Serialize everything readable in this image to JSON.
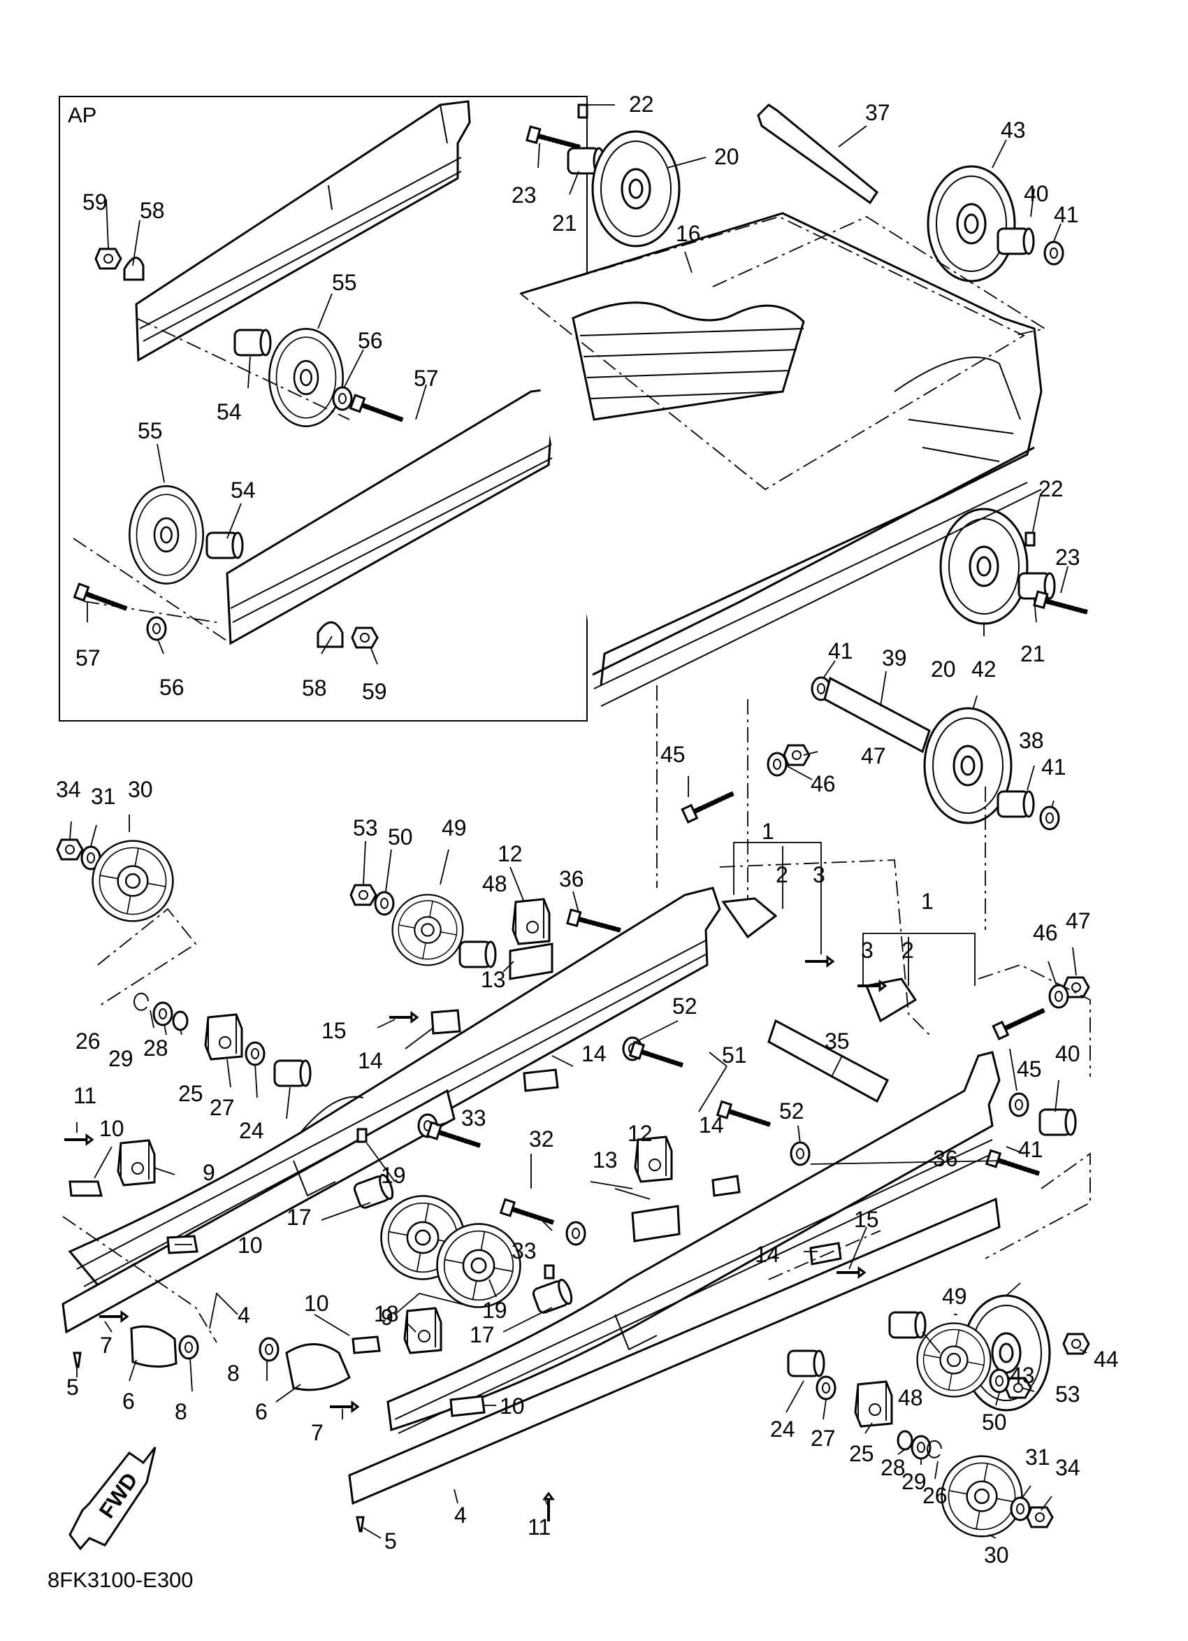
{
  "inset_label": "AP",
  "drawing_code": "8FK3100-E300",
  "fwd_label": "FWD",
  "callouts": [
    {
      "id": "c1",
      "text": "22"
    },
    {
      "id": "c2",
      "text": "23"
    },
    {
      "id": "c3",
      "text": "21"
    },
    {
      "id": "c4",
      "text": "20"
    },
    {
      "id": "c5",
      "text": "37"
    },
    {
      "id": "c6",
      "text": "43"
    },
    {
      "id": "c7",
      "text": "40"
    },
    {
      "id": "c8",
      "text": "41"
    },
    {
      "id": "c9",
      "text": "16"
    },
    {
      "id": "c10",
      "text": "59"
    },
    {
      "id": "c11",
      "text": "58"
    },
    {
      "id": "c12",
      "text": "55"
    },
    {
      "id": "c13",
      "text": "56"
    },
    {
      "id": "c14",
      "text": "57"
    },
    {
      "id": "c15",
      "text": "54"
    },
    {
      "id": "c16",
      "text": "55"
    },
    {
      "id": "c17",
      "text": "54"
    },
    {
      "id": "c18",
      "text": "57"
    },
    {
      "id": "c19",
      "text": "56"
    },
    {
      "id": "c20",
      "text": "58"
    },
    {
      "id": "c21",
      "text": "59"
    },
    {
      "id": "c22",
      "text": "22"
    },
    {
      "id": "c23",
      "text": "23"
    },
    {
      "id": "c24",
      "text": "20"
    },
    {
      "id": "c25",
      "text": "21"
    },
    {
      "id": "c26",
      "text": "41"
    },
    {
      "id": "c27",
      "text": "39"
    },
    {
      "id": "c28",
      "text": "42"
    },
    {
      "id": "c29",
      "text": "45"
    },
    {
      "id": "c30",
      "text": "47"
    },
    {
      "id": "c31",
      "text": "46"
    },
    {
      "id": "c32",
      "text": "38"
    },
    {
      "id": "c33",
      "text": "41"
    },
    {
      "id": "c34",
      "text": "34"
    },
    {
      "id": "c35",
      "text": "31"
    },
    {
      "id": "c36",
      "text": "30"
    },
    {
      "id": "c37",
      "text": "53"
    },
    {
      "id": "c38",
      "text": "50"
    },
    {
      "id": "c39",
      "text": "49"
    },
    {
      "id": "c40",
      "text": "12"
    },
    {
      "id": "c41",
      "text": "36"
    },
    {
      "id": "c42",
      "text": "1"
    },
    {
      "id": "c43",
      "text": "2"
    },
    {
      "id": "c44",
      "text": "3"
    },
    {
      "id": "c45",
      "text": "48"
    },
    {
      "id": "c46",
      "text": "1"
    },
    {
      "id": "c47",
      "text": "3"
    },
    {
      "id": "c48",
      "text": "2"
    },
    {
      "id": "c49",
      "text": "46"
    },
    {
      "id": "c50",
      "text": "47"
    },
    {
      "id": "c51",
      "text": "13"
    },
    {
      "id": "c52",
      "text": "15"
    },
    {
      "id": "c53",
      "text": "14"
    },
    {
      "id": "c54",
      "text": "52"
    },
    {
      "id": "c55",
      "text": "35"
    },
    {
      "id": "c56",
      "text": "45"
    },
    {
      "id": "c57",
      "text": "40"
    },
    {
      "id": "c58",
      "text": "26"
    },
    {
      "id": "c59",
      "text": "29"
    },
    {
      "id": "c60",
      "text": "28"
    },
    {
      "id": "c61",
      "text": "25"
    },
    {
      "id": "c62",
      "text": "27"
    },
    {
      "id": "c63",
      "text": "24"
    },
    {
      "id": "c64",
      "text": "14"
    },
    {
      "id": "c65",
      "text": "51"
    },
    {
      "id": "c66",
      "text": "52"
    },
    {
      "id": "c67",
      "text": "11"
    },
    {
      "id": "c68",
      "text": "10"
    },
    {
      "id": "c69",
      "text": "9"
    },
    {
      "id": "c70",
      "text": "33"
    },
    {
      "id": "c71",
      "text": "19"
    },
    {
      "id": "c72",
      "text": "12"
    },
    {
      "id": "c73",
      "text": "14"
    },
    {
      "id": "c74",
      "text": "13"
    },
    {
      "id": "c75",
      "text": "32"
    },
    {
      "id": "c76",
      "text": "41"
    },
    {
      "id": "c77",
      "text": "36"
    },
    {
      "id": "c78",
      "text": "17"
    },
    {
      "id": "c79",
      "text": "10"
    },
    {
      "id": "c80",
      "text": "33"
    },
    {
      "id": "c81",
      "text": "15"
    },
    {
      "id": "c82",
      "text": "14"
    },
    {
      "id": "c83",
      "text": "19"
    },
    {
      "id": "c84",
      "text": "49"
    },
    {
      "id": "c85",
      "text": "18"
    },
    {
      "id": "c86",
      "text": "17"
    },
    {
      "id": "c87",
      "text": "4"
    },
    {
      "id": "c88",
      "text": "10"
    },
    {
      "id": "c89",
      "text": "9"
    },
    {
      "id": "c90",
      "text": "7"
    },
    {
      "id": "c91",
      "text": "5"
    },
    {
      "id": "c92",
      "text": "6"
    },
    {
      "id": "c93",
      "text": "8"
    },
    {
      "id": "c94",
      "text": "8"
    },
    {
      "id": "c95",
      "text": "6"
    },
    {
      "id": "c96",
      "text": "7"
    },
    {
      "id": "c97",
      "text": "10"
    },
    {
      "id": "c98",
      "text": "43"
    },
    {
      "id": "c99",
      "text": "44"
    },
    {
      "id": "c100",
      "text": "48"
    },
    {
      "id": "c101",
      "text": "53"
    },
    {
      "id": "c102",
      "text": "24"
    },
    {
      "id": "c103",
      "text": "27"
    },
    {
      "id": "c104",
      "text": "50"
    },
    {
      "id": "c105",
      "text": "25"
    },
    {
      "id": "c106",
      "text": "28"
    },
    {
      "id": "c107",
      "text": "29"
    },
    {
      "id": "c108",
      "text": "26"
    },
    {
      "id": "c109",
      "text": "31"
    },
    {
      "id": "c110",
      "text": "34"
    },
    {
      "id": "c111",
      "text": "30"
    },
    {
      "id": "c112",
      "text": "4"
    },
    {
      "id": "c113",
      "text": "11"
    },
    {
      "id": "c114",
      "text": "5"
    }
  ]
}
